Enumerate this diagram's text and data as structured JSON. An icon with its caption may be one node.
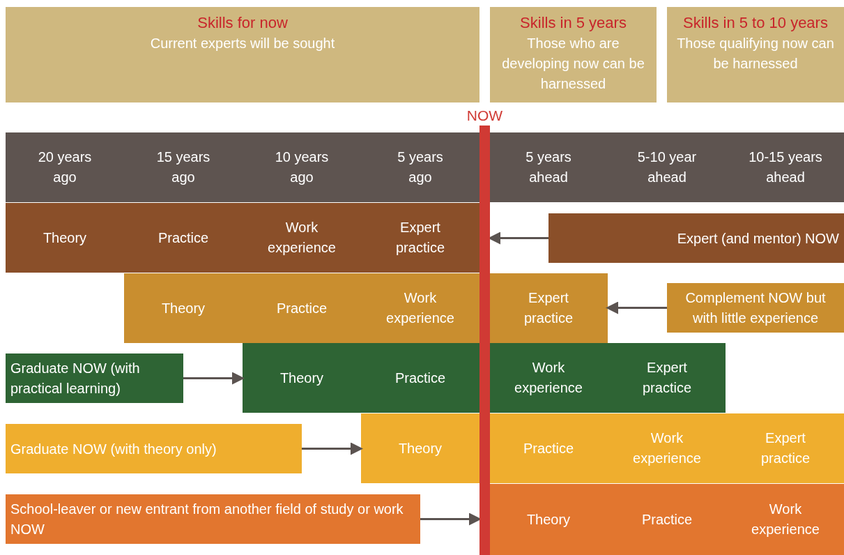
{
  "diagram": {
    "nodes": [
      {
        "text": [
          "Skills for now",
          "Current experts will be sought"
        ]
      },
      {
        "text": [
          "Skills in 5 years",
          "Those who are developing now can be harnessed"
        ]
      },
      {
        "text": [
          "Skills in 5 to 10 years",
          "Those qualifying now can be harnessed"
        ]
      },
      {
        "text": [
          "NOW"
        ]
      },
      {
        "text": [
          "20 years ago",
          "15 years ago",
          "10 years ago",
          "5 years ago",
          "5 years ahead",
          "5-10 year ahead",
          "10-15 years ahead"
        ]
      },
      {
        "text": [
          "Theory",
          "Practice",
          "Work experience",
          "Expert practice"
        ]
      },
      {
        "text": [
          "Expert (and mentor) NOW"
        ]
      },
      {
        "text": [
          "Theory",
          "Practice",
          "Work experience"
        ]
      },
      {
        "text": [
          "Expert practice"
        ]
      },
      {
        "text": [
          "Complement NOW but with little experience"
        ]
      },
      {
        "text": [
          "Graduate NOW (with practical learning)"
        ]
      },
      {
        "text": [
          "Theory",
          "Practice"
        ]
      },
      {
        "text": [
          "Work experience",
          "Expert practice"
        ]
      },
      {
        "text": [
          "Graduate NOW (with theory only)"
        ]
      },
      {
        "text": [
          "Theory"
        ]
      },
      {
        "text": [
          "Practice",
          "Work experience",
          "Expert practice"
        ]
      },
      {
        "text": [
          "School-leaver or new entrant from another field of study or work NOW"
        ]
      },
      {
        "text": [
          "Theory",
          "Practice",
          "Work experience"
        ]
      }
    ],
    "edges": [
      {
        "from": 6,
        "to": 3,
        "arrow": "to"
      },
      {
        "from": 9,
        "to": 8,
        "arrow": "to"
      },
      {
        "from": 10,
        "to": 11,
        "arrow": "to"
      },
      {
        "from": 13,
        "to": 14,
        "arrow": "to"
      },
      {
        "from": 16,
        "to": 3,
        "arrow": "to"
      }
    ]
  }
}
